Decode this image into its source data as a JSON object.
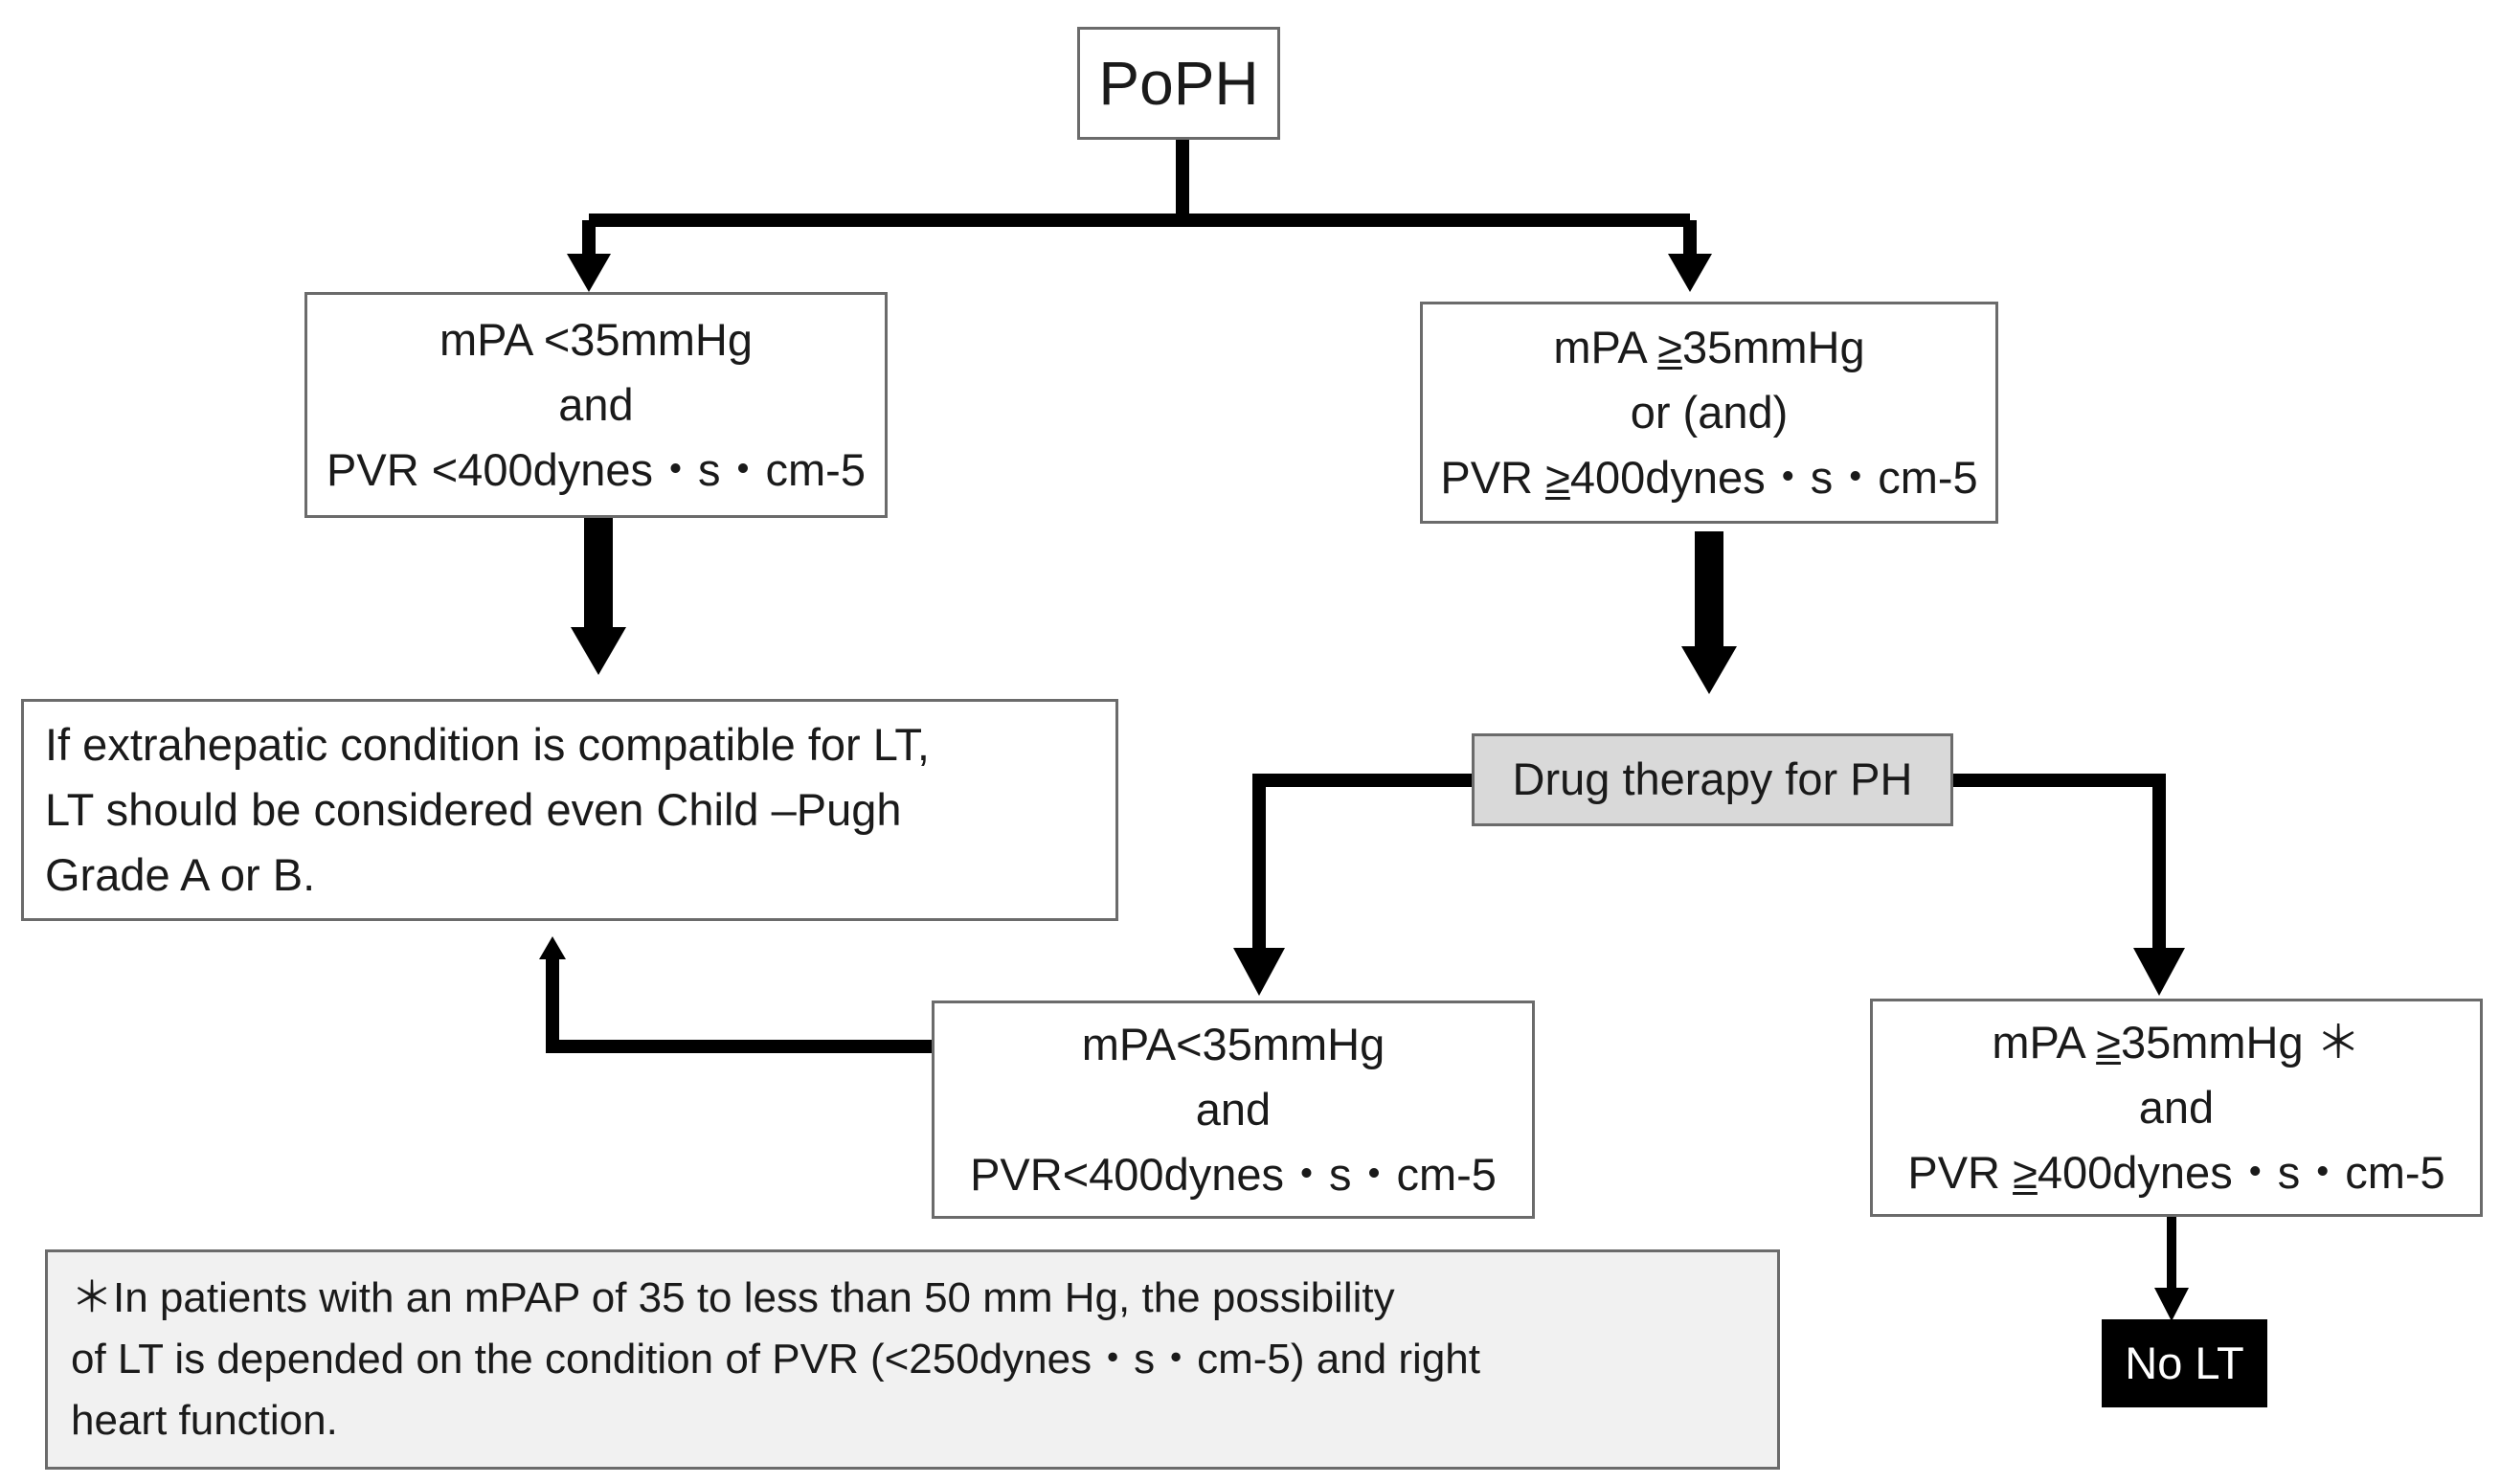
{
  "root": {
    "label": "PoPH"
  },
  "left_branch": {
    "line1": "mPA <35mmHg",
    "line2": "and",
    "line3": "PVR <400dynes・s・cm-5"
  },
  "right_branch": {
    "line1_prefix": "mPA ",
    "line1_symbol": "≥",
    "line1_suffix": "35mmHg",
    "line2": "or (and)",
    "line3_prefix": "PVR ",
    "line3_symbol": "≥",
    "line3_suffix": "400dynes・s・cm-5"
  },
  "lt_consideration": {
    "line1": "If extrahepatic condition is compatible for LT,",
    "line2": "LT should be considered even Child –Pugh",
    "line3": "Grade  A or B."
  },
  "drug_therapy": {
    "label": "Drug therapy for PH"
  },
  "responder": {
    "line1": "mPA<35mmHg",
    "line2": "and",
    "line3": "PVR<400dynes・s・cm-5"
  },
  "non_responder": {
    "line1_prefix": "mPA ",
    "line1_symbol": "≥",
    "line1_suffix": "35mmHg ＊",
    "line2": "and",
    "line3_prefix": "PVR ",
    "line3_symbol": "≥",
    "line3_suffix": "400dynes・s・cm-5"
  },
  "no_lt": {
    "label": "No LT"
  },
  "footnote": {
    "line1": "＊In patients with an mPAP of 35 to less than 50 mm Hg, the possibility",
    "line2": "of LT is depended on the condition of PVR (<250dynes・s・cm-5) and right",
    "line3": "heart function."
  },
  "colors": {
    "line": "#000000",
    "box_border": "#6b6b6b",
    "drug_box_fill": "#d9d9d9",
    "footnote_fill": "#f1f1f1",
    "no_lt_fill": "#000000"
  }
}
